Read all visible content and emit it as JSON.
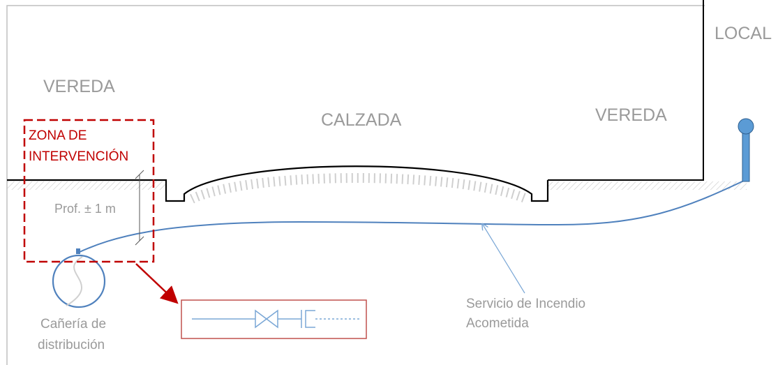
{
  "labels": {
    "local": "LOCAL",
    "vereda_left": "VEREDA",
    "calzada": "CALZADA",
    "vereda_right": "VEREDA",
    "zona_line1": "ZONA DE",
    "zona_line2": "INTERVENCIÓN",
    "depth": "Prof. ± 1 m",
    "pipe_line1": "Cañería de",
    "pipe_line2": "distribución",
    "service_line1": "Servicio de Incendio",
    "service_line2": "Acometida"
  },
  "colors": {
    "outline": "#000000",
    "frame": "#bfbfbf",
    "label": "#9a9a9a",
    "zone": "#c00000",
    "service_pipe": "#4f81bd",
    "hydrant": "#5b9bd5",
    "hatch": "#bfbfbf"
  }
}
